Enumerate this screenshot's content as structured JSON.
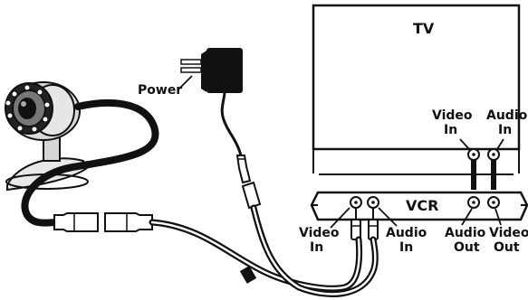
{
  "labels": {
    "tv": "TV",
    "vcr": "VCR",
    "power": "Power",
    "tv_video_in": [
      "Video",
      "In"
    ],
    "tv_audio_in": [
      "Audio",
      "In"
    ],
    "vcr_video_in": [
      "Video",
      "In"
    ],
    "vcr_audio_in": [
      "Audio",
      "In"
    ],
    "vcr_audio_out": [
      "Audio",
      "Out"
    ],
    "vcr_video_out": [
      "Video",
      "Out"
    ]
  },
  "colors": {
    "line": "#111111",
    "background": "#ffffff"
  }
}
